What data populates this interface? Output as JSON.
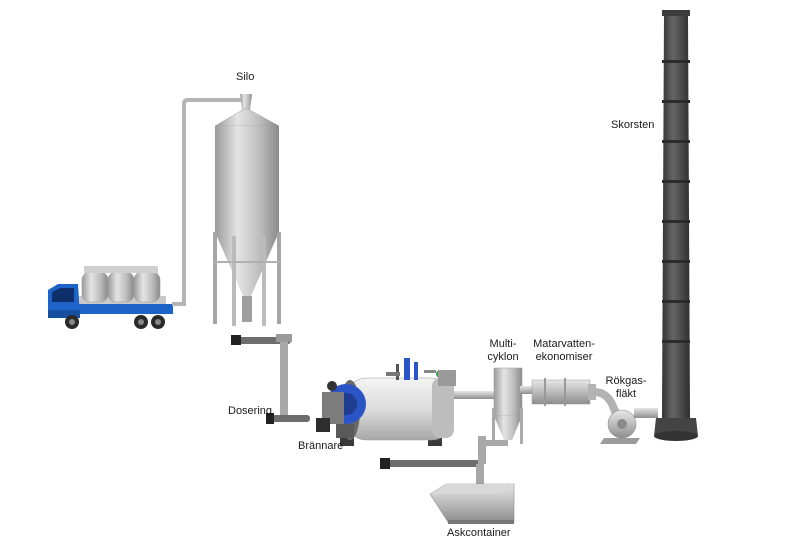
{
  "labels": {
    "silo": "Silo",
    "skorsten": "Skorsten",
    "multicyklon_l1": "Multi-",
    "multicyklon_l2": "cyklon",
    "economiser_l1": "Matarvatten-",
    "economiser_l2": "ekonomiser",
    "fan_l1": "Rökgas-",
    "fan_l2": "fläkt",
    "dosering": "Dosering",
    "brannare": "Brännare",
    "askcontainer": "Askcontainer"
  },
  "icons": [
    "truck-icon",
    "silo-icon",
    "screw-conveyor-icon",
    "boiler-icon",
    "burner-icon",
    "cyclone-icon",
    "economiser-icon",
    "fan-icon",
    "chimney-icon",
    "ash-container-icon"
  ],
  "colors": {
    "metal_light": "#d8d8d8",
    "metal_mid": "#a9a9a9",
    "metal_dark": "#555555",
    "chimney": "#4a4a4a",
    "truck_blue": "#1d63c8",
    "burner_blue": "#2b55c6"
  }
}
